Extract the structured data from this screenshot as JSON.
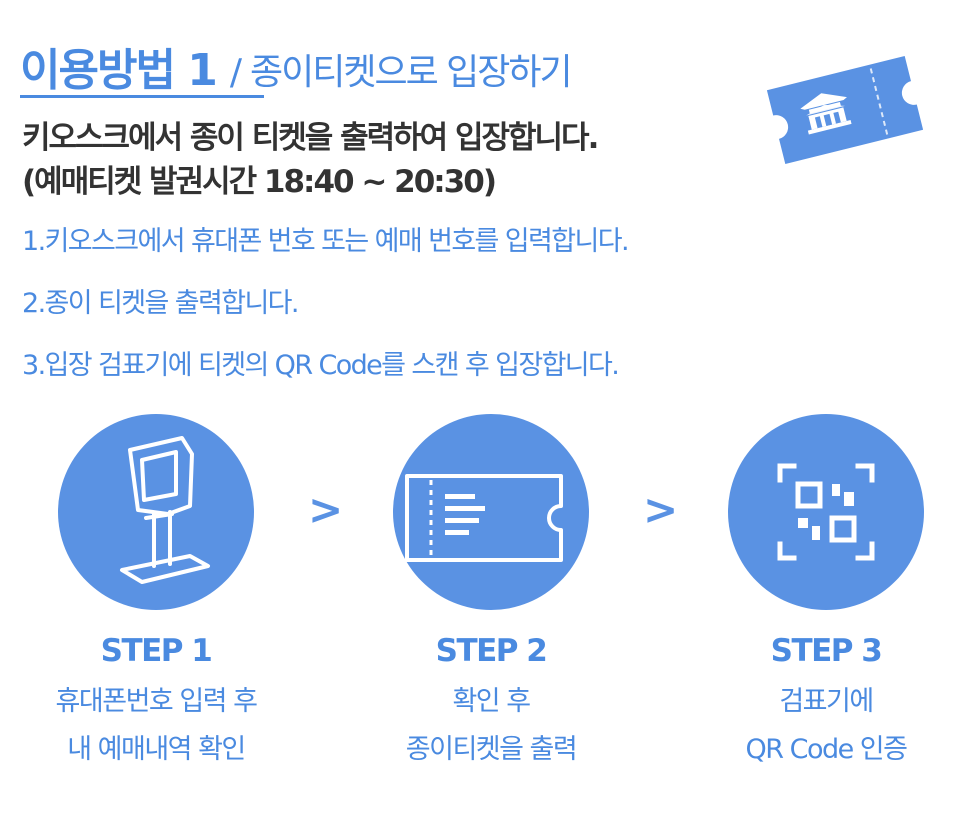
{
  "header": {
    "title_main": "이용방법 1",
    "title_sep": "/",
    "title_sub": "종이티켓으로 입장하기"
  },
  "lead": {
    "line1": "키오스크에서  종이 티켓을 출력하여 입장합니다.",
    "line2": "(예매티켓 발권시간 18:40 ~ 20:30)"
  },
  "instructions": [
    "1.키오스크에서  휴대폰 번호 또는 예매 번호를 입력합니다.",
    "2.종이 티켓을 출력합니다.",
    "3.입장 검표기에  티켓의  QR  Code를 스캔 후  입장합니다."
  ],
  "arrows": [
    ">",
    ">"
  ],
  "steps": [
    {
      "head": "STEP 1",
      "desc1": "휴대폰번호 입력 후",
      "desc2": "내 예매내역 확인",
      "icon": "kiosk-icon"
    },
    {
      "head": "STEP 2",
      "desc1": "확인 후",
      "desc2": "종이티켓을 출력",
      "icon": "ticket-icon"
    },
    {
      "head": "STEP 3",
      "desc1": "검표기에",
      "desc2": "QR Code 인증",
      "icon": "qr-scan-icon"
    }
  ],
  "badge": {
    "icon": "ticket-palace-icon"
  },
  "colors": {
    "accent": "#4a8ae0",
    "circle": "#5a92e3",
    "text": "#333333"
  }
}
